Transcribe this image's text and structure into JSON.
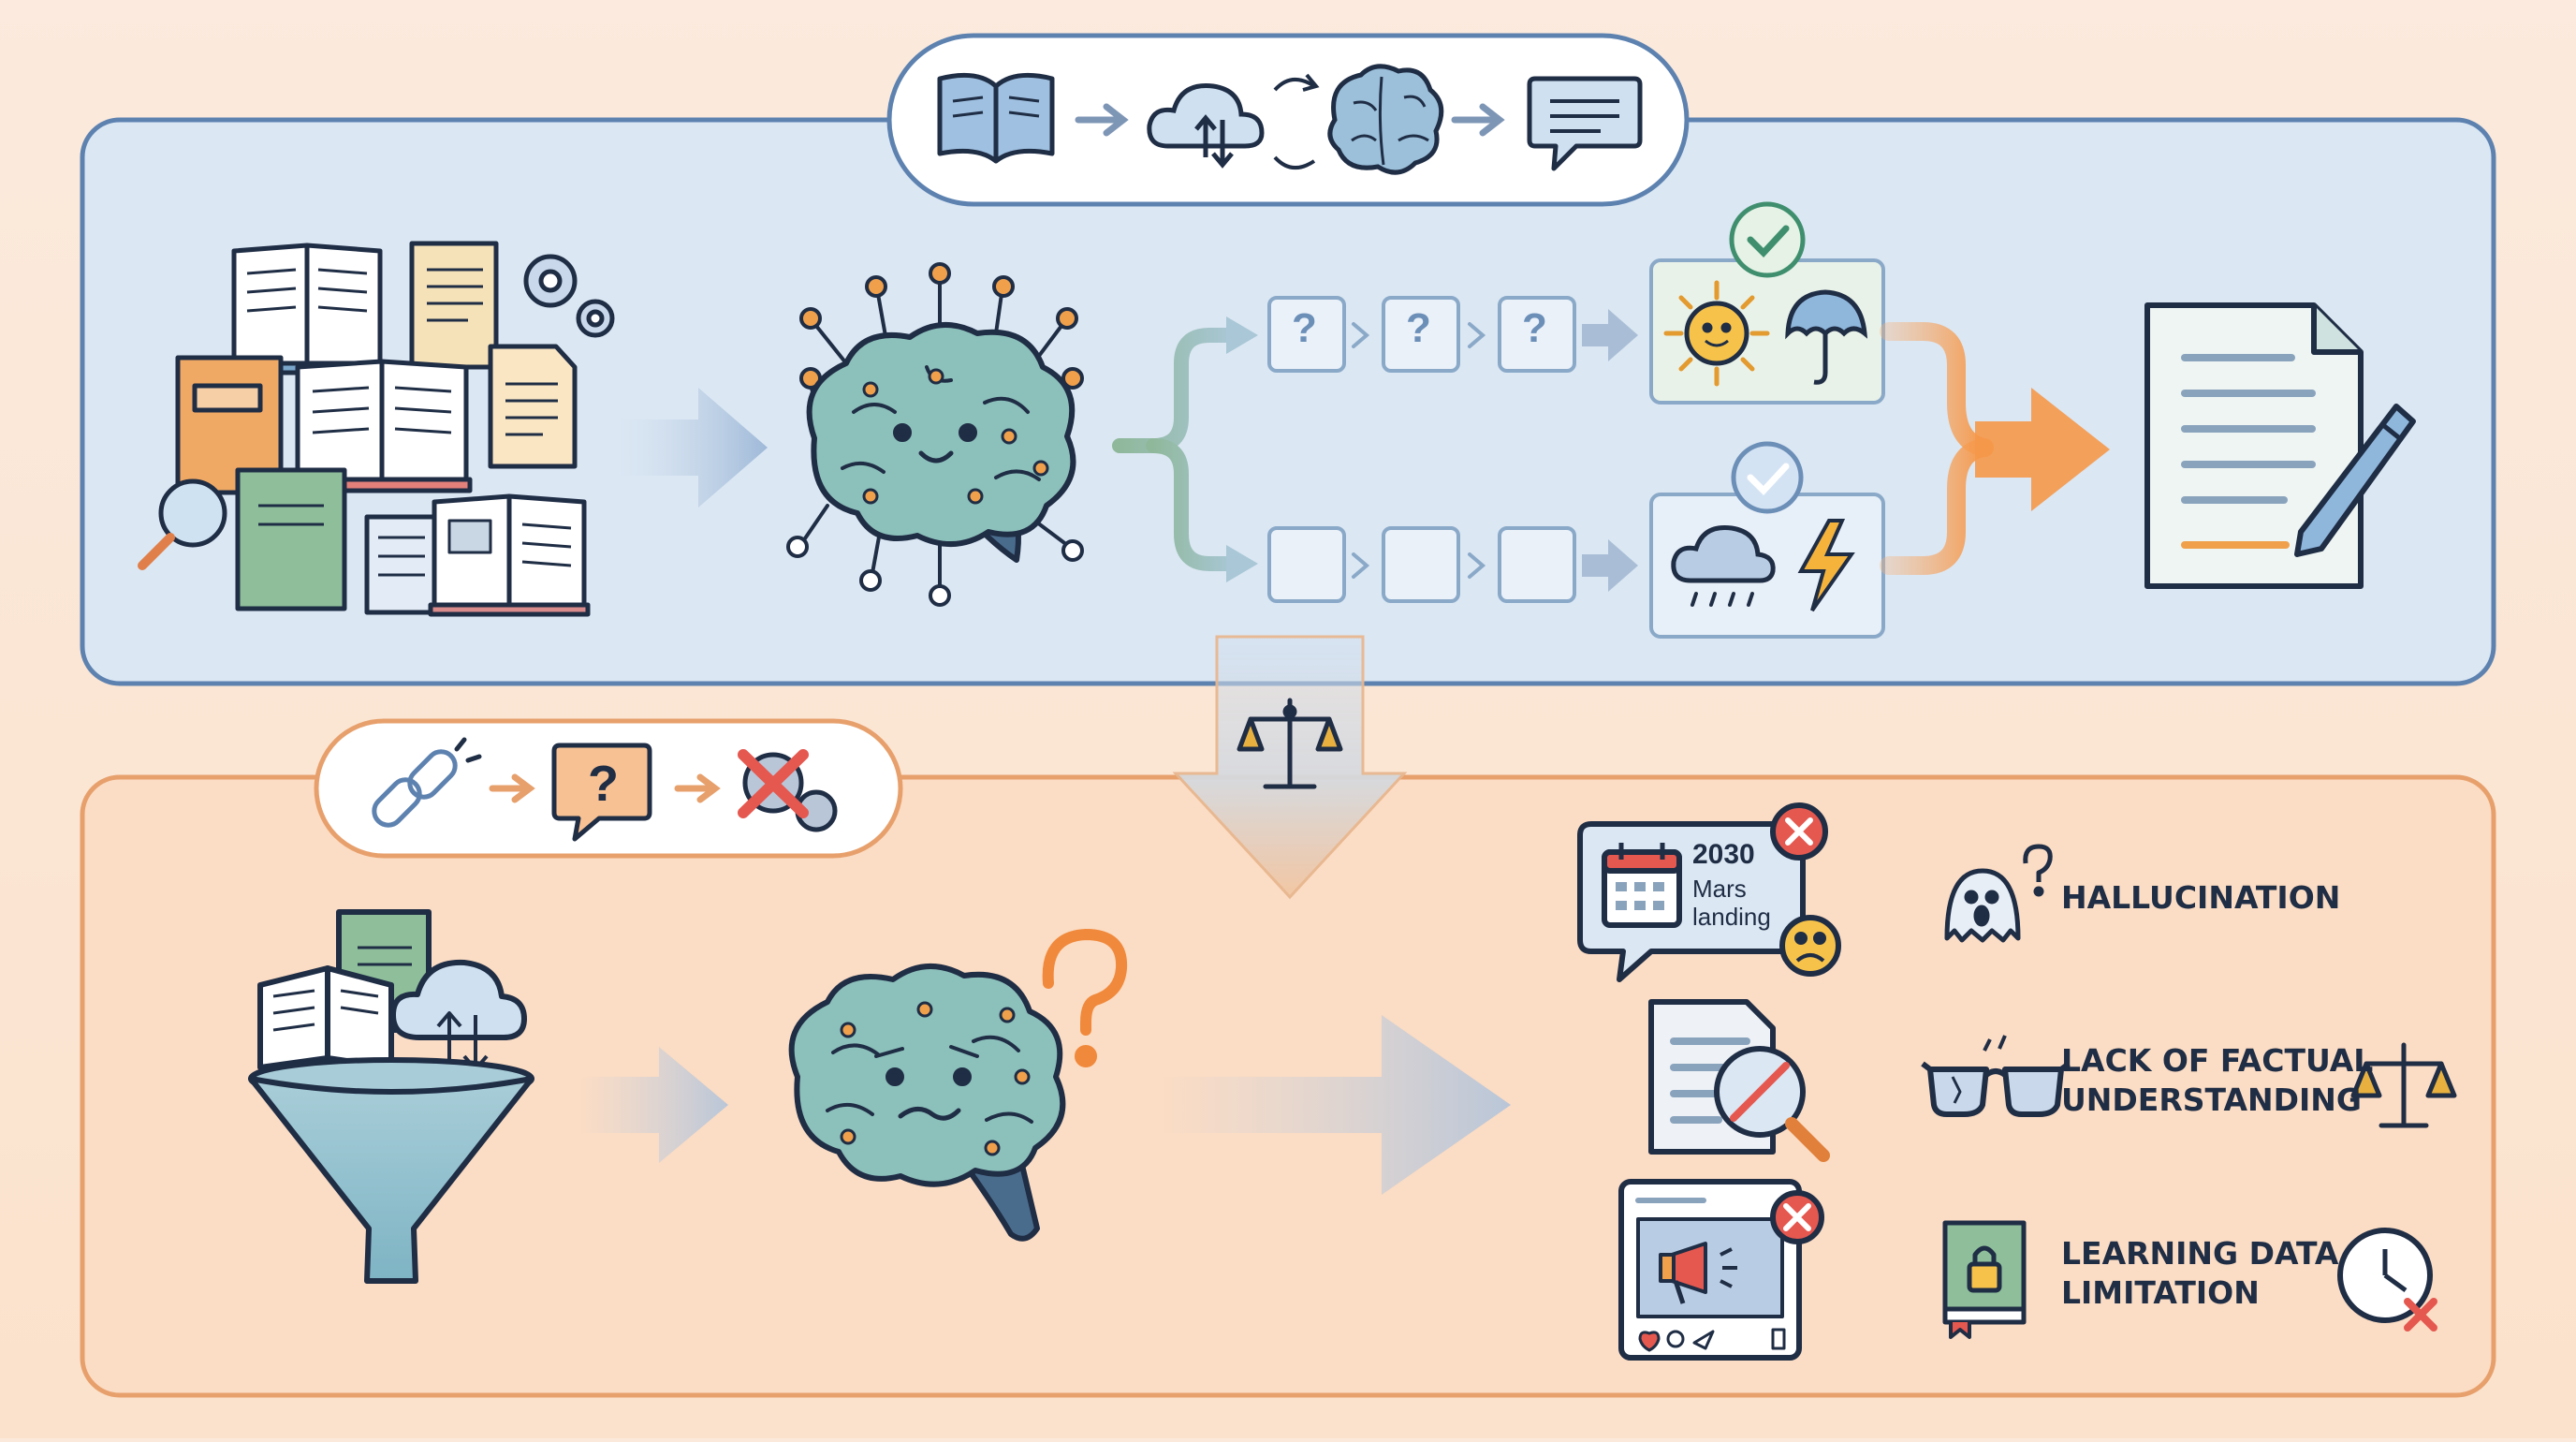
{
  "colors": {
    "top_panel_fill": "#dbe7f3",
    "top_panel_border": "#5d82b0",
    "bottom_panel_fill": "#fbdcc4",
    "bottom_panel_border": "#e7a06c",
    "brain_fill": "#8cc0bb",
    "outline": "#1f2d45",
    "node_orange": "#f0a04b",
    "error_red": "#e5584f",
    "check_green": "#3f8f6e"
  },
  "icons": {
    "top_flow": [
      "book-icon",
      "cloud-sync-icon",
      "brain-icon",
      "chat-bubble-icon"
    ],
    "bottom_flow": [
      "broken-link-icon",
      "question-bubble-icon",
      "failed-gears-icon"
    ],
    "outcomes": [
      "sun-icon",
      "umbrella-icon",
      "rain-cloud-icon",
      "lightning-icon",
      "document-pen-icon"
    ],
    "issues": [
      "ghost-icon",
      "broken-glasses-icon",
      "balance-scale-icon",
      "locked-book-icon",
      "expired-clock-icon"
    ]
  },
  "question_mark": "?",
  "false_claim": {
    "year": "2030",
    "line1": "Mars",
    "line2": "landing"
  },
  "issues": {
    "hallucination": "HALLUCINATION",
    "factual": {
      "line1": "LACK OF FACTUAL",
      "line2": "UNDERSTANDING"
    },
    "data_limit": {
      "line1": "LEARNING DATA",
      "line2": "LIMITATION"
    }
  }
}
